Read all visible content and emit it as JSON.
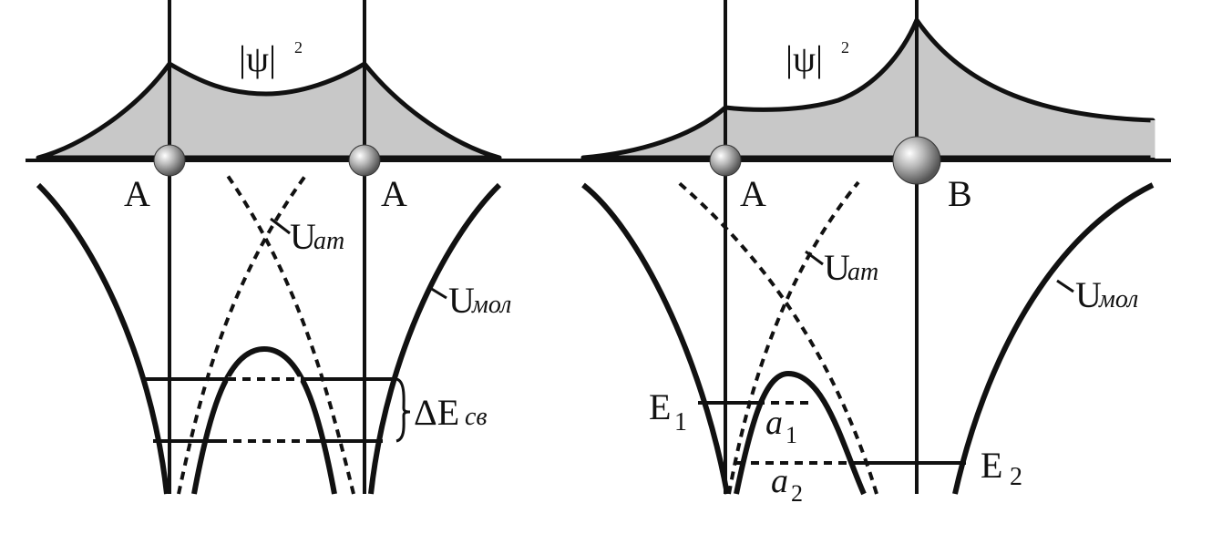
{
  "left_panel": {
    "psi_label": "|ψ|",
    "psi_exp": "2",
    "atom1_label": "A",
    "atom2_label": "A",
    "u_at_main": "U",
    "u_at_sub": "ат",
    "u_mol_main": "U",
    "u_mol_sub": "мол",
    "delta_e_main": "ΔE",
    "delta_e_sub": "св"
  },
  "right_panel": {
    "psi_label": "|ψ|",
    "psi_exp": "2",
    "atom1_label": "A",
    "atom2_label": "B",
    "u_at_main": "U",
    "u_at_sub": "ат",
    "u_mol_main": "U",
    "u_mol_sub": "мол",
    "e1_main": "E",
    "e1_sub": "1",
    "e2_main": "E",
    "e2_sub": "2",
    "a1_main": "a",
    "a1_sub": "1",
    "a2_main": "a",
    "a2_sub": "2"
  },
  "colors": {
    "line": "#111111",
    "fill": "#c8c8c8",
    "atom": "#9a9a9a"
  }
}
